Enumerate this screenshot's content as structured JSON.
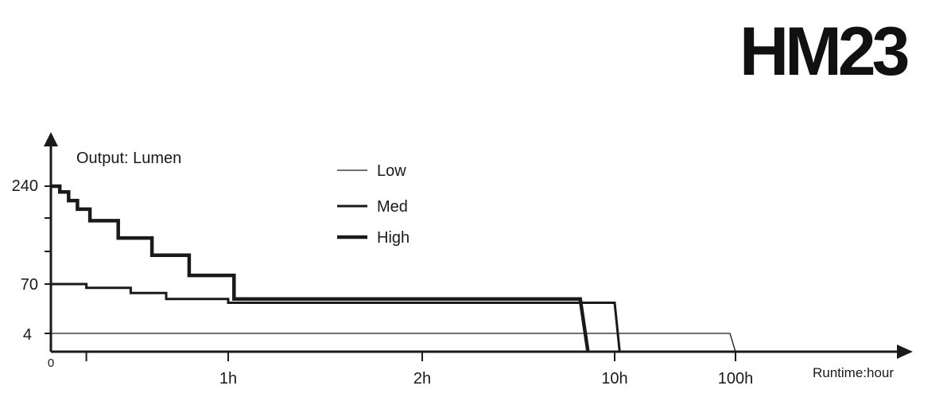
{
  "title": "HM23",
  "chart_data": {
    "type": "line",
    "ylabel": "Output: Lumen",
    "xlabel": "Runtime:hour",
    "y_ticks": [
      "240",
      "70",
      "4"
    ],
    "x_origin_label": "0",
    "x_ticks": [
      "1h",
      "2h",
      "10h",
      "100h"
    ],
    "x_scale": "piecewise (linear to 2h, then log)",
    "legend": [
      "Low",
      "Med",
      "High"
    ],
    "series": [
      {
        "name": "Low",
        "points": [
          [
            0,
            4
          ],
          [
            90,
            4
          ],
          [
            100,
            0
          ]
        ]
      },
      {
        "name": "Med",
        "points": [
          [
            0,
            70
          ],
          [
            0.2,
            70
          ],
          [
            0.2,
            65
          ],
          [
            0.45,
            65
          ],
          [
            0.45,
            58
          ],
          [
            0.65,
            58
          ],
          [
            0.65,
            50
          ],
          [
            1.0,
            50
          ],
          [
            1.0,
            45
          ],
          [
            8.0,
            45
          ],
          [
            10,
            45
          ],
          [
            11,
            0
          ]
        ]
      },
      {
        "name": "High",
        "points": [
          [
            0,
            240
          ],
          [
            0.05,
            240
          ],
          [
            0.05,
            230
          ],
          [
            0.1,
            230
          ],
          [
            0.1,
            215
          ],
          [
            0.15,
            215
          ],
          [
            0.15,
            200
          ],
          [
            0.22,
            200
          ],
          [
            0.22,
            180
          ],
          [
            0.38,
            180
          ],
          [
            0.38,
            150
          ],
          [
            0.57,
            150
          ],
          [
            0.57,
            120
          ],
          [
            0.78,
            120
          ],
          [
            0.78,
            85
          ],
          [
            1.03,
            85
          ],
          [
            1.03,
            50
          ],
          [
            7.5,
            50
          ],
          [
            8.0,
            0
          ]
        ]
      }
    ]
  }
}
